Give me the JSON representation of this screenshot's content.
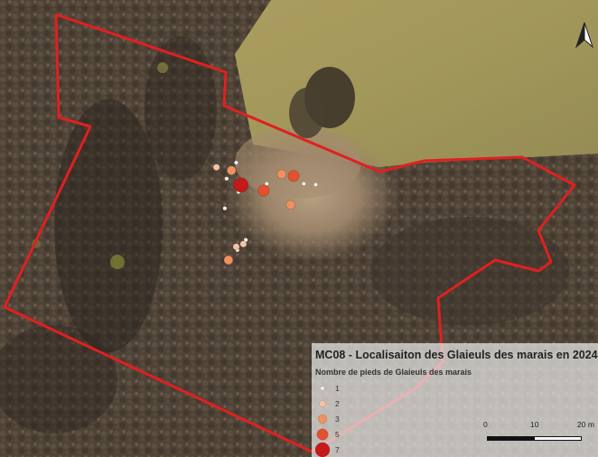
{
  "map": {
    "title": "MC08 - Localisaiton des Glaieuls des marais en 2024",
    "north_arrow": "north-arrow-icon",
    "boundary_color": "#e02020",
    "legend": {
      "subtitle": "Nombre de pieds de Glaieuls des marais",
      "items": [
        {
          "label": "1",
          "color": "#f6f0ea"
        },
        {
          "label": "2",
          "color": "#f3c4a4"
        },
        {
          "label": "3",
          "color": "#ee9060"
        },
        {
          "label": "5",
          "color": "#e5502e"
        },
        {
          "label": "7",
          "color": "#c41a1a"
        }
      ]
    },
    "scale": {
      "labels": [
        "0",
        "10",
        "20 m"
      ]
    },
    "points": [
      {
        "count": 1,
        "x": 0.395,
        "y": 0.356
      },
      {
        "count": 1,
        "x": 0.379,
        "y": 0.391
      },
      {
        "count": 1,
        "x": 0.376,
        "y": 0.456
      },
      {
        "count": 1,
        "x": 0.399,
        "y": 0.42
      },
      {
        "count": 1,
        "x": 0.446,
        "y": 0.402
      },
      {
        "count": 1,
        "x": 0.508,
        "y": 0.402
      },
      {
        "count": 1,
        "x": 0.528,
        "y": 0.404
      },
      {
        "count": 1,
        "x": 0.411,
        "y": 0.525
      },
      {
        "count": 1,
        "x": 0.397,
        "y": 0.547
      },
      {
        "count": 2,
        "x": 0.362,
        "y": 0.366
      },
      {
        "count": 2,
        "x": 0.395,
        "y": 0.54
      },
      {
        "count": 2,
        "x": 0.407,
        "y": 0.534
      },
      {
        "count": 3,
        "x": 0.387,
        "y": 0.373
      },
      {
        "count": 3,
        "x": 0.471,
        "y": 0.381
      },
      {
        "count": 3,
        "x": 0.486,
        "y": 0.448
      },
      {
        "count": 3,
        "x": 0.382,
        "y": 0.569
      },
      {
        "count": 5,
        "x": 0.441,
        "y": 0.417
      },
      {
        "count": 5,
        "x": 0.491,
        "y": 0.385
      },
      {
        "count": 7,
        "x": 0.403,
        "y": 0.405
      }
    ]
  }
}
